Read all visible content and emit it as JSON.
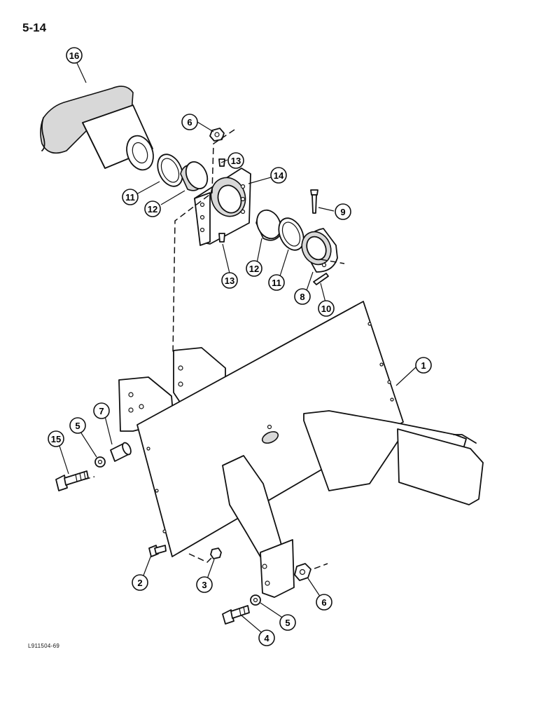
{
  "page_number": "5-14",
  "figure_code": "L911504-69",
  "callouts": [
    "16",
    "6",
    "13",
    "14",
    "11",
    "12",
    "9",
    "12",
    "11",
    "13",
    "8",
    "10",
    "1",
    "7",
    "5",
    "15",
    "2",
    "3",
    "6",
    "5",
    "4"
  ]
}
